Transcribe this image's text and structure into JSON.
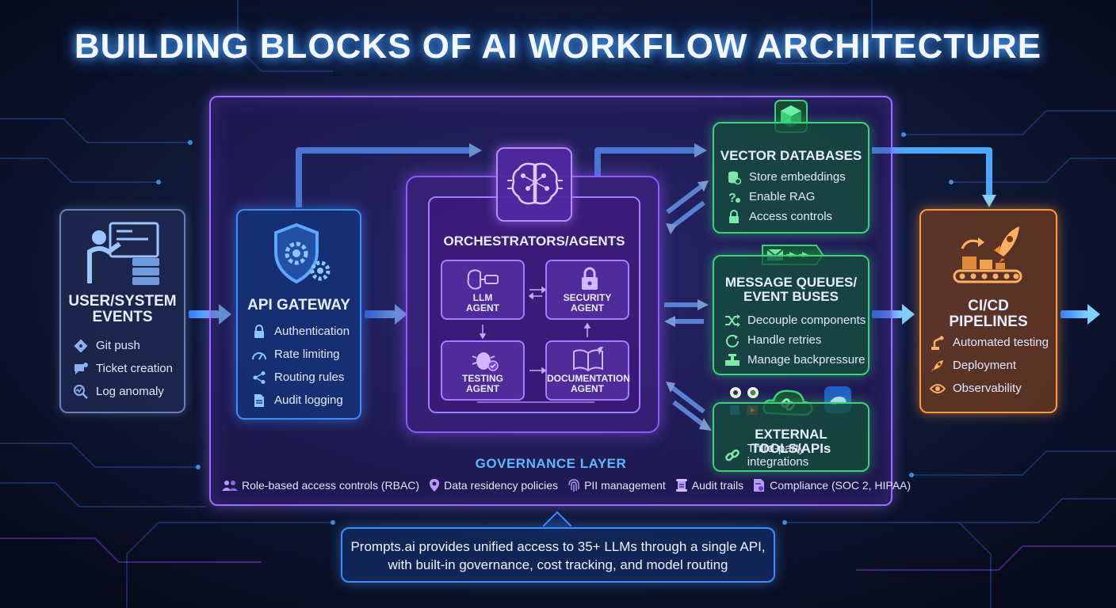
{
  "title": "BUILDING BLOCKS OF AI WORKFLOW ARCHITECTURE",
  "events": {
    "title": "USER/SYSTEM EVENTS",
    "items": [
      {
        "label": "Git push",
        "icon": "git-icon"
      },
      {
        "label": "Ticket creation",
        "icon": "ticket-icon"
      },
      {
        "label": "Log anomaly",
        "icon": "log-search-icon"
      }
    ]
  },
  "gateway": {
    "title": "API GATEWAY",
    "items": [
      {
        "label": "Authentication",
        "icon": "lock-icon"
      },
      {
        "label": "Rate limiting",
        "icon": "gauge-icon"
      },
      {
        "label": "Routing rules",
        "icon": "share-icon"
      },
      {
        "label": "Audit logging",
        "icon": "document-icon"
      }
    ]
  },
  "orchestrator": {
    "title": "ORCHESTRATORS/AGENTS",
    "agents": [
      {
        "line1": "LLM",
        "line2": "AGENT"
      },
      {
        "line1": "SECURITY",
        "line2": "AGENT"
      },
      {
        "line1": "TESTING",
        "line2": "AGENT"
      },
      {
        "line1": "DOCUMENTATION",
        "line2": "AGENT"
      }
    ]
  },
  "vector": {
    "title": "VECTOR DATABASES",
    "items": [
      {
        "label": "Store embeddings",
        "icon": "database-icon"
      },
      {
        "label": "Enable RAG",
        "icon": "question-icon"
      },
      {
        "label": "Access controls",
        "icon": "lock-icon"
      }
    ]
  },
  "mq": {
    "title_line1": "MESSAGE QUEUES/",
    "title_line2": "EVENT BUSES",
    "items": [
      {
        "label": "Decouple components",
        "icon": "shuffle-icon"
      },
      {
        "label": "Handle retries",
        "icon": "retry-icon"
      },
      {
        "label": "Manage backpressure",
        "icon": "valve-icon"
      }
    ]
  },
  "ext": {
    "title": "EXTERNAL TOOLS/APIs",
    "items": [
      {
        "label": "Third-party integrations",
        "icon": "link-icon"
      }
    ]
  },
  "cicd": {
    "title_line1": "CI/CD",
    "title_line2": "PIPELINES",
    "items": [
      {
        "label": "Automated testing",
        "icon": "robot-arm-icon"
      },
      {
        "label": "Deployment",
        "icon": "rocket-icon"
      },
      {
        "label": "Observability",
        "icon": "eye-icon"
      }
    ]
  },
  "governance": {
    "title": "GOVERNANCE LAYER",
    "items": [
      {
        "label": "Role-based access controls (RBAC)",
        "icon": "users-icon"
      },
      {
        "label": "Data residency policies",
        "icon": "location-pin-icon"
      },
      {
        "label": "PII management",
        "icon": "fingerprint-icon"
      },
      {
        "label": "Audit trails",
        "icon": "scroll-icon"
      },
      {
        "label": "Compliance (SOC 2, HIPAA)",
        "icon": "compliance-doc-icon"
      }
    ]
  },
  "callout": {
    "line1": "Prompts.ai provides unified access to 35+ LLMs through a single API,",
    "line2": "with built-in governance, cost tracking, and model routing"
  },
  "colors": {
    "background": "#0a0f24",
    "accent_blue": "#3d8bff",
    "accent_purple": "#9b6cff",
    "accent_green": "#3bd37a",
    "accent_orange": "#ff9a3c",
    "title_glow": "#4aa8ff"
  }
}
